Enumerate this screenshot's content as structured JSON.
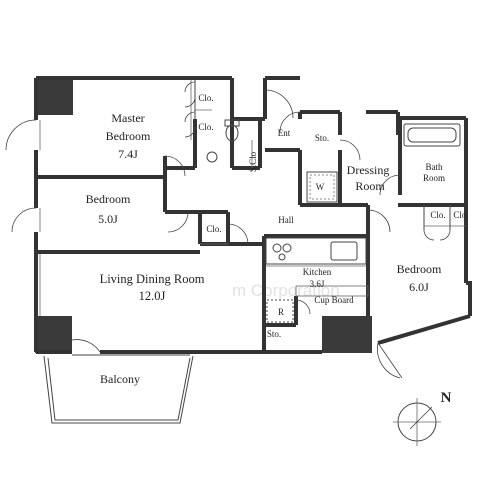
{
  "rooms": {
    "master_bedroom": {
      "line1": "Master",
      "line2": "Bedroom",
      "size": "7.4J"
    },
    "bedroom_left": {
      "name": "Bedroom",
      "size": "5.0J"
    },
    "living": {
      "name": "Living Dining Room",
      "size": "12.0J"
    },
    "bedroom_right": {
      "name": "Bedroom",
      "size": "6.0J"
    },
    "kitchen": {
      "name": "Kitchen",
      "size": "3.6J"
    },
    "dressing": {
      "line1": "Dressing",
      "line2": "Room"
    },
    "bath": {
      "line1": "Bath",
      "line2": "Room"
    },
    "hall": "Hall",
    "balcony": "Balcony",
    "cupboard": "Cup Board",
    "entrance": "Ent",
    "shoe_closet": "S.Clo",
    "washer": "W",
    "fridge": "R"
  },
  "closets": {
    "master_top": "Clo.",
    "master_mid": "Clo.",
    "bedroom_left": "Clo.",
    "right_a": "Clo.",
    "right_b": "Clo."
  },
  "storage": {
    "top": "Sto.",
    "bottom": "Sto."
  },
  "watermark": "m Corporation",
  "compass": {
    "label": "N"
  }
}
